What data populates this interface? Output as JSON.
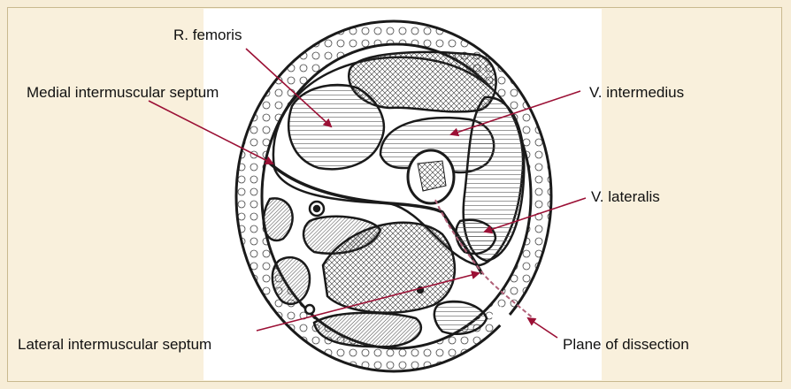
{
  "labels": {
    "r_femoris": "R. femoris",
    "medial_septum": "Medial intermuscular septum",
    "v_intermedius": "V. intermedius",
    "v_lateralis": "V. lateralis",
    "lateral_septum": "Lateral intermuscular septum",
    "plane_of_dissection": "Plane of dissection"
  },
  "colors": {
    "arrow": "#9b1035",
    "ink": "#1a1a1a",
    "background": "#f7edd7",
    "figure_bg": "#ffffff"
  }
}
